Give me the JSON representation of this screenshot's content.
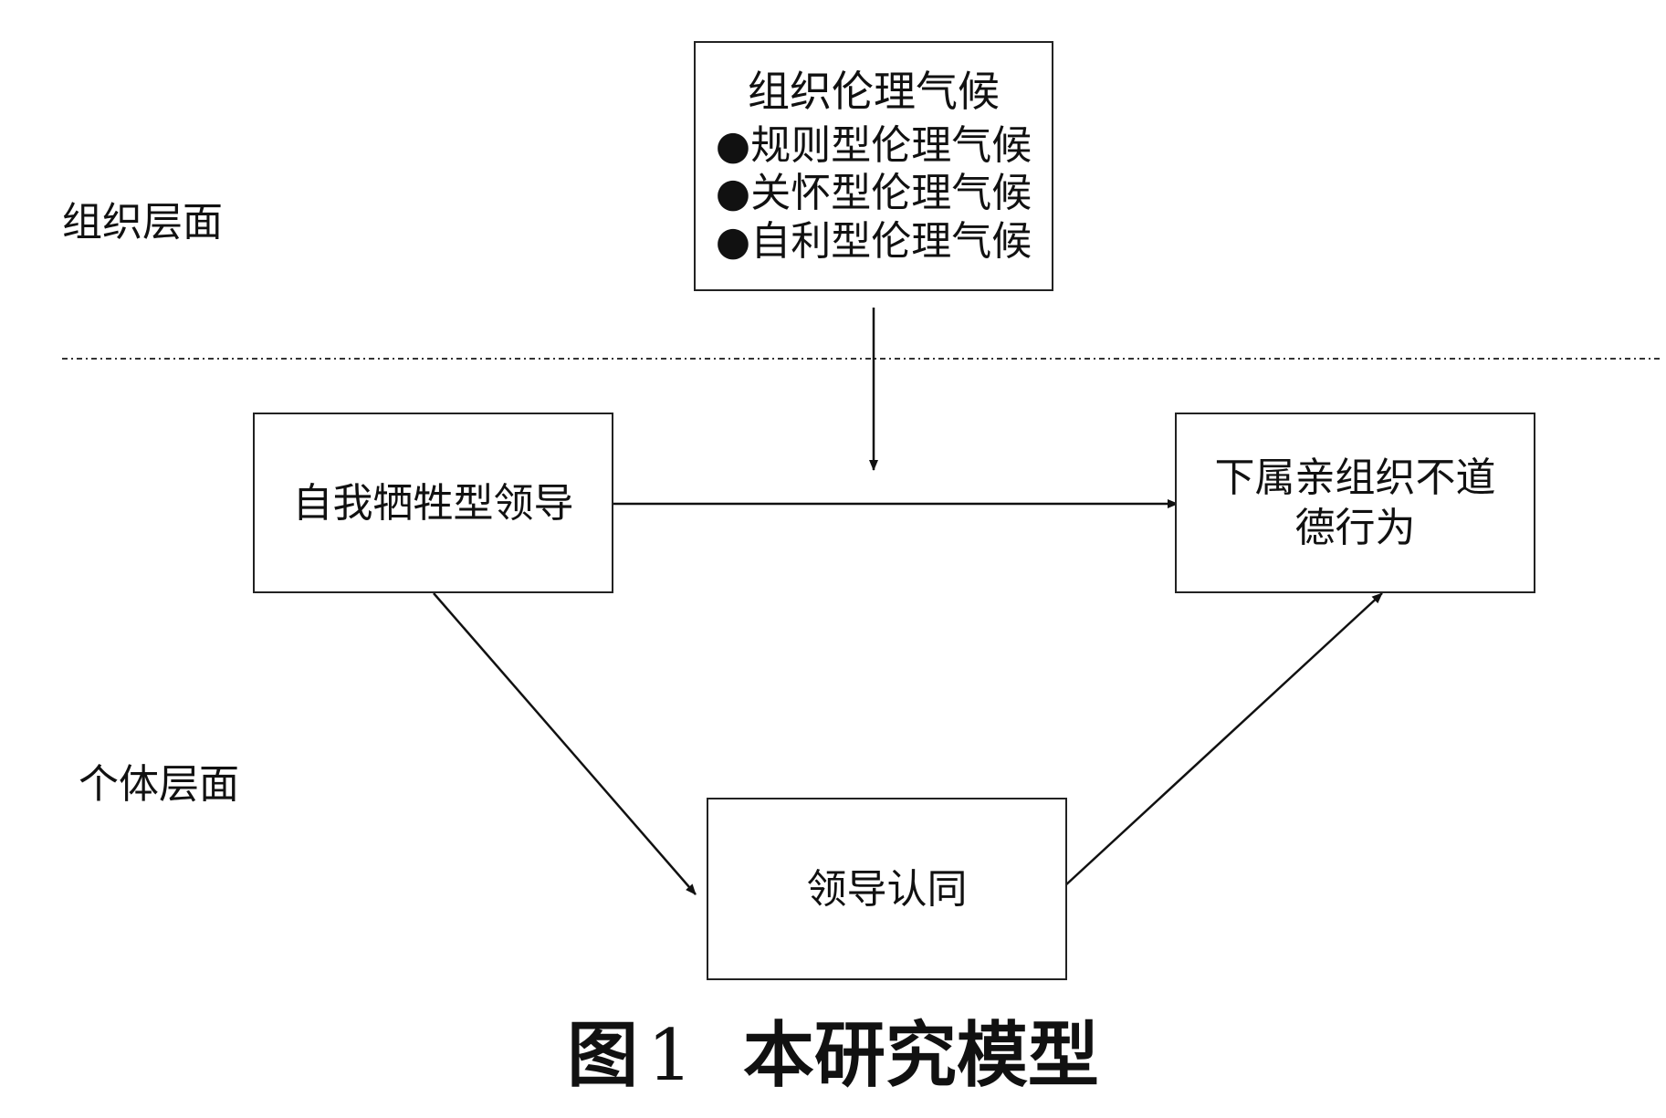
{
  "levels": {
    "organizational": "组织层面",
    "individual": "个体层面"
  },
  "nodes": {
    "climate": {
      "title": "组织伦理气候",
      "items": [
        "●规则型伦理气候",
        "●关怀型伦理气候",
        "●自利型伦理气候"
      ]
    },
    "leadership": {
      "label": "自我牺牲型领导"
    },
    "behavior": {
      "line1": "下属亲组织不道",
      "line2": "德行为"
    },
    "identification": {
      "label": "领导认同"
    }
  },
  "caption": {
    "prefix": "图",
    "number": "1",
    "title": "本研究模型"
  }
}
